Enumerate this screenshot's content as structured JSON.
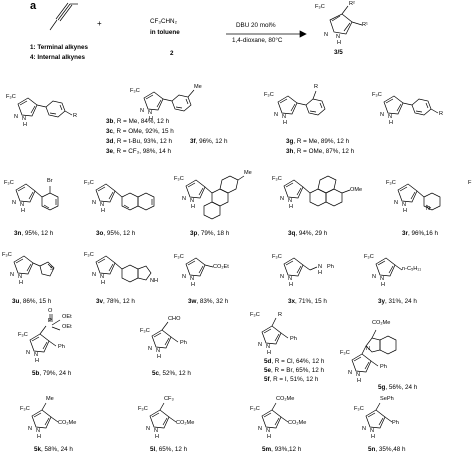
{
  "panel_letter": "a",
  "scheme": {
    "reagent_top": "CF₃CHN₂",
    "reagent_bottom": "in toluene",
    "reagent_number": "2",
    "plus": "+",
    "conditions_top": "DBU 20 mol%",
    "conditions_bottom": "1,4-dioxane, 80°C",
    "product_number": "3/5",
    "start_label_1": "1: Terminal alkynes",
    "start_label_2": "4: Internal alkynes",
    "r1": "R¹",
    "r2": "R²",
    "cf3": "F₃C",
    "nh_n": "N",
    "nh_h": "H"
  },
  "compounds": {
    "c3b": {
      "id": "3b",
      "text": ", R = Me, 84%, 12 h"
    },
    "c3c": {
      "id": "3c",
      "text": ", R = OMe, 92%, 15 h"
    },
    "c3d": {
      "id": "3d",
      "text": ", R = t-Bu, 93%, 12 h"
    },
    "c3e": {
      "id": "3e",
      "text": ", R = CF₃, 98%, 14 h"
    },
    "c3f": {
      "id": "3f",
      "text": ", 96%, 12 h"
    },
    "c3g": {
      "id": "3g",
      "text": ", R = Me, 89%, 12 h"
    },
    "c3h": {
      "id": "3h",
      "text": ", R = OMe, 87%, 12 h"
    },
    "c3n": {
      "id": "3n",
      "text": ", 95%, 12 h"
    },
    "c3o": {
      "id": "3o",
      "text": ", 95%, 12 h"
    },
    "c3p": {
      "id": "3p",
      "text": ", 79%, 18 h"
    },
    "c3q": {
      "id": "3q",
      "text": ", 94%, 29 h"
    },
    "c3r": {
      "id": "3r",
      "text": ", 96%,16 h"
    },
    "c3u": {
      "id": "3u",
      "text": ", 86%, 15 h"
    },
    "c3v": {
      "id": "3v",
      "text": ", 78%, 12 h"
    },
    "c3w": {
      "id": "3w",
      "text": ", 83%, 32 h"
    },
    "c3x": {
      "id": "3x",
      "text": ", 71%, 15 h"
    },
    "c3y": {
      "id": "3y",
      "text": ", 31%, 24 h"
    },
    "c5b": {
      "id": "5b",
      "text": ", 79%, 24 h"
    },
    "c5c": {
      "id": "5c",
      "text": ", 52%, 12 h"
    },
    "c5d": {
      "id": "5d",
      "text": ", R = Cl, 64%, 12 h"
    },
    "c5e": {
      "id": "5e",
      "text": ", R = Br, 65%, 12 h"
    },
    "c5f": {
      "id": "5f",
      "text": ", R = I, 51%, 12 h"
    },
    "c5g": {
      "id": "5g",
      "text": ", 56%, 24 h"
    },
    "c5k": {
      "id": "5k",
      "text": ", 58%, 24 h"
    },
    "c5l": {
      "id": "5l",
      "text": ", 65%, 12 h"
    },
    "c5m": {
      "id": "5m",
      "text": ", 93%,12 h"
    },
    "c5n": {
      "id": "5n",
      "text": ", 35%,48 h"
    }
  },
  "atoms": {
    "f3c": "F₃C",
    "n": "N",
    "h": "H",
    "r": "R",
    "me": "Me",
    "ome": "OMe",
    "br": "Br",
    "nh": "NH",
    "co2et": "CO₂Et",
    "co2me": "CO₂Me",
    "cf3": "CF₃",
    "n_ph": "N",
    "ph": "Ph",
    "nhph_h": "H",
    "c5h11": "n-C₅H₁₁",
    "p": "P",
    "o": "O",
    "oet": "OEt",
    "cho": "CHO",
    "sePh": "SePh",
    "s": "S",
    "f_cut": "F"
  }
}
